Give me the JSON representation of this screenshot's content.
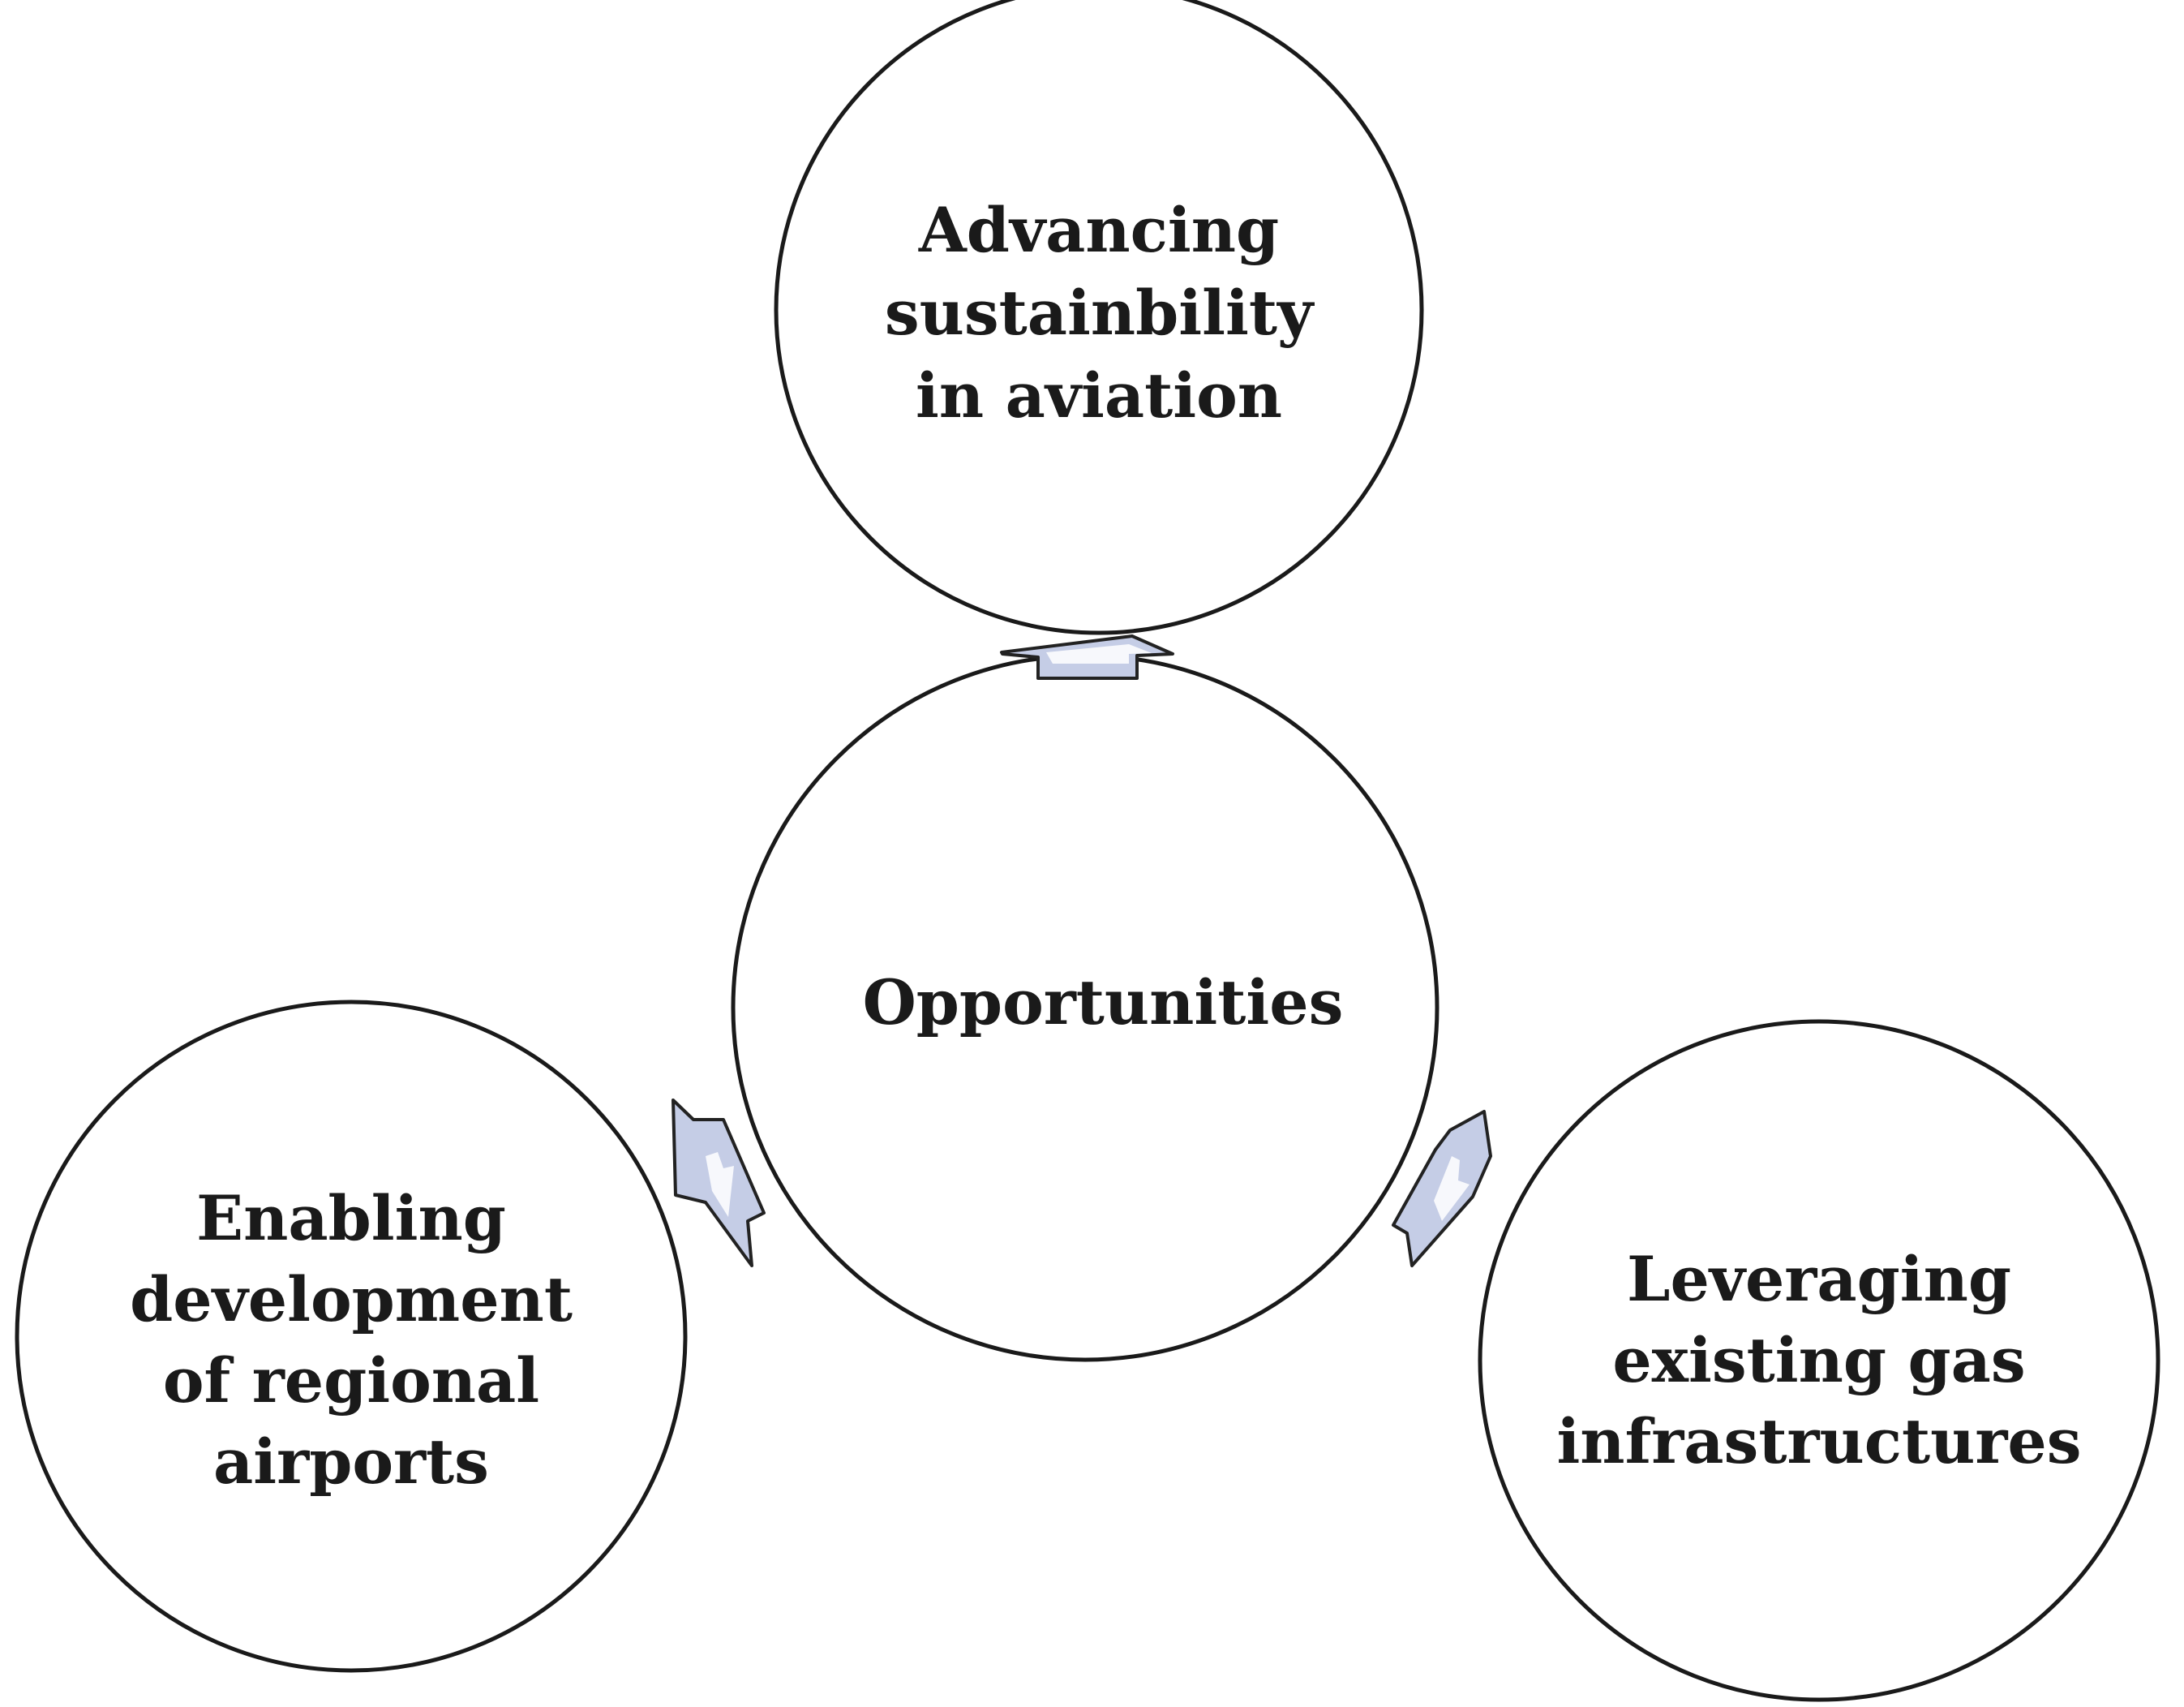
{
  "diagram": {
    "center": {
      "label": "Opportunities"
    },
    "nodes": [
      {
        "id": "top",
        "lines": [
          "Advancing",
          "sustainbility",
          "in aviation"
        ]
      },
      {
        "id": "left",
        "lines": [
          "Enabling",
          "development",
          "of regional",
          "airports"
        ]
      },
      {
        "id": "right",
        "lines": [
          "Leveraging",
          "existing gas",
          "infrastructures"
        ]
      }
    ],
    "colors": {
      "arrow_fill": "#c5cde6",
      "outline": "#1a1a1a",
      "background": "#ffffff"
    }
  }
}
